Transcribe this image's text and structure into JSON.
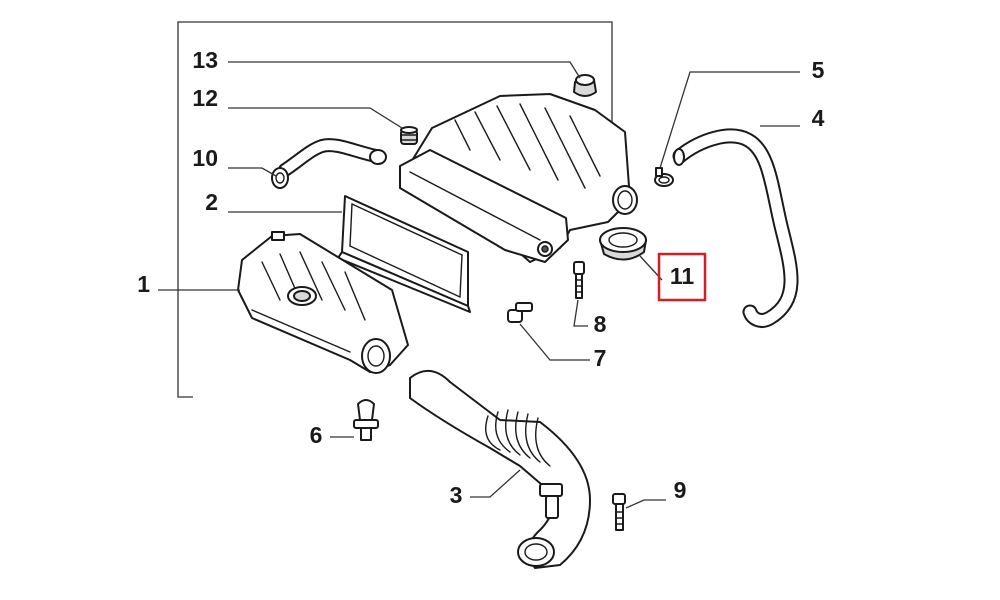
{
  "labels": {
    "p1": "1",
    "p2": "2",
    "p3": "3",
    "p4": "4",
    "p5": "5",
    "p6": "6",
    "p7": "7",
    "p8": "8",
    "p9": "9",
    "p10": "10",
    "p11": "11",
    "p12": "12",
    "p13": "13"
  },
  "highlighted_part": "11",
  "colors": {
    "highlight": "#d11f2a",
    "line": "#1a1a1a"
  }
}
